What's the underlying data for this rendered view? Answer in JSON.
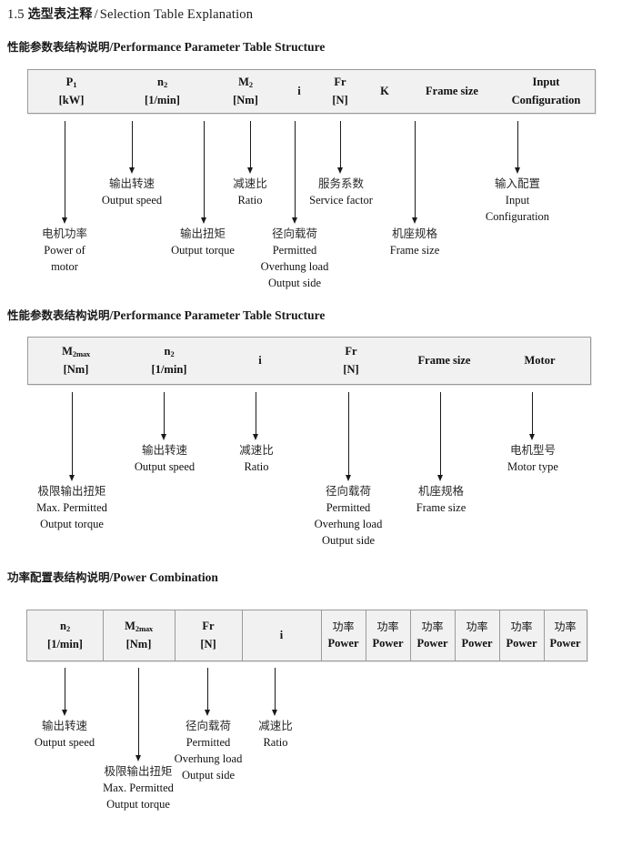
{
  "doc": {
    "number": "1.5",
    "title_cn": "选型表注释",
    "separator": "/",
    "title_en": "Selection Table Explanation"
  },
  "sections": [
    {
      "heading_cn": "性能参数表结构说明",
      "heading_sep": "/",
      "heading_en": "Performance Parameter Table Structure",
      "columns": [
        {
          "symbol": "P",
          "sub": "1",
          "unit": "[kW]"
        },
        {
          "symbol": "n",
          "sub": "2",
          "unit": "[1/min]"
        },
        {
          "symbol": "M",
          "sub": "2",
          "unit": "[Nm]"
        },
        {
          "symbol": "i",
          "sub": "",
          "unit": ""
        },
        {
          "symbol": "Fr",
          "sub": "",
          "unit": "[N]"
        },
        {
          "symbol": "K",
          "sub": "",
          "unit": ""
        },
        {
          "symbol": "Frame size",
          "sub": "",
          "unit": ""
        },
        {
          "symbol": "Input",
          "sub": "",
          "unit": "Configuration"
        }
      ],
      "annotations": [
        {
          "cn": "电机功率",
          "en": [
            "Power of",
            "motor"
          ]
        },
        {
          "cn": "输出转速",
          "en": [
            "Output speed"
          ]
        },
        {
          "cn": "输出扭矩",
          "en": [
            "Output torque"
          ]
        },
        {
          "cn": "减速比",
          "en": [
            "Ratio"
          ]
        },
        {
          "cn": "径向载荷",
          "en": [
            "Permitted",
            "Overhung load",
            "Output side"
          ]
        },
        {
          "cn": "服务系数",
          "en": [
            "Service factor"
          ]
        },
        {
          "cn": "机座规格",
          "en": [
            "Frame size"
          ]
        },
        {
          "cn": "输入配置",
          "en": [
            "Input",
            "Configuration"
          ]
        }
      ]
    },
    {
      "heading_cn": "性能参数表结构说明",
      "heading_sep": "/",
      "heading_en": "Performance Parameter Table Structure",
      "columns": [
        {
          "symbol": "M",
          "sub": "2max",
          "unit": "[Nm]"
        },
        {
          "symbol": "n",
          "sub": "2",
          "unit": "[1/min]"
        },
        {
          "symbol": "i",
          "sub": "",
          "unit": ""
        },
        {
          "symbol": "Fr",
          "sub": "",
          "unit": "[N]"
        },
        {
          "symbol": "Frame size",
          "sub": "",
          "unit": ""
        },
        {
          "symbol": "Motor",
          "sub": "",
          "unit": ""
        }
      ],
      "annotations": [
        {
          "cn": "极限输出扭矩",
          "en": [
            "Max. Permitted",
            "Output  torque"
          ]
        },
        {
          "cn": "输出转速",
          "en": [
            "Output speed"
          ]
        },
        {
          "cn": "减速比",
          "en": [
            "Ratio"
          ]
        },
        {
          "cn": "径向载荷",
          "en": [
            "Permitted",
            "Overhung load",
            "Output side"
          ]
        },
        {
          "cn": "机座规格",
          "en": [
            "Frame size"
          ]
        },
        {
          "cn": "电机型号",
          "en": [
            "Motor type"
          ]
        }
      ]
    },
    {
      "heading_cn": "功率配置表结构说明",
      "heading_sep": "/",
      "heading_en": "Power Combination",
      "columns": [
        {
          "symbol": "n",
          "sub": "2",
          "unit": "[1/min]"
        },
        {
          "symbol": "M",
          "sub": "2max",
          "unit": "[Nm]"
        },
        {
          "symbol": "Fr",
          "sub": "",
          "unit": "[N]"
        },
        {
          "symbol": "i",
          "sub": "",
          "unit": ""
        },
        {
          "symbol_cn": "功率",
          "unit": "Power"
        },
        {
          "symbol_cn": "功率",
          "unit": "Power"
        },
        {
          "symbol_cn": "功率",
          "unit": "Power"
        },
        {
          "symbol_cn": "功率",
          "unit": "Power"
        },
        {
          "symbol_cn": "功率",
          "unit": "Power"
        },
        {
          "symbol_cn": "功率",
          "unit": "Power"
        }
      ],
      "annotations": [
        {
          "cn": "输出转速",
          "en": [
            "Output speed"
          ]
        },
        {
          "cn": "极限输出扭矩",
          "en": [
            "Max. Permitted",
            "Output  torque"
          ]
        },
        {
          "cn": "径向载荷",
          "en": [
            "Permitted",
            "Overhung load",
            "Output side"
          ]
        },
        {
          "cn": "减速比",
          "en": [
            "Ratio"
          ]
        }
      ]
    }
  ],
  "colors": {
    "table_fill": "#f1f1f1",
    "table_border": "#9a9a9a",
    "text": "#1a1a1a"
  }
}
